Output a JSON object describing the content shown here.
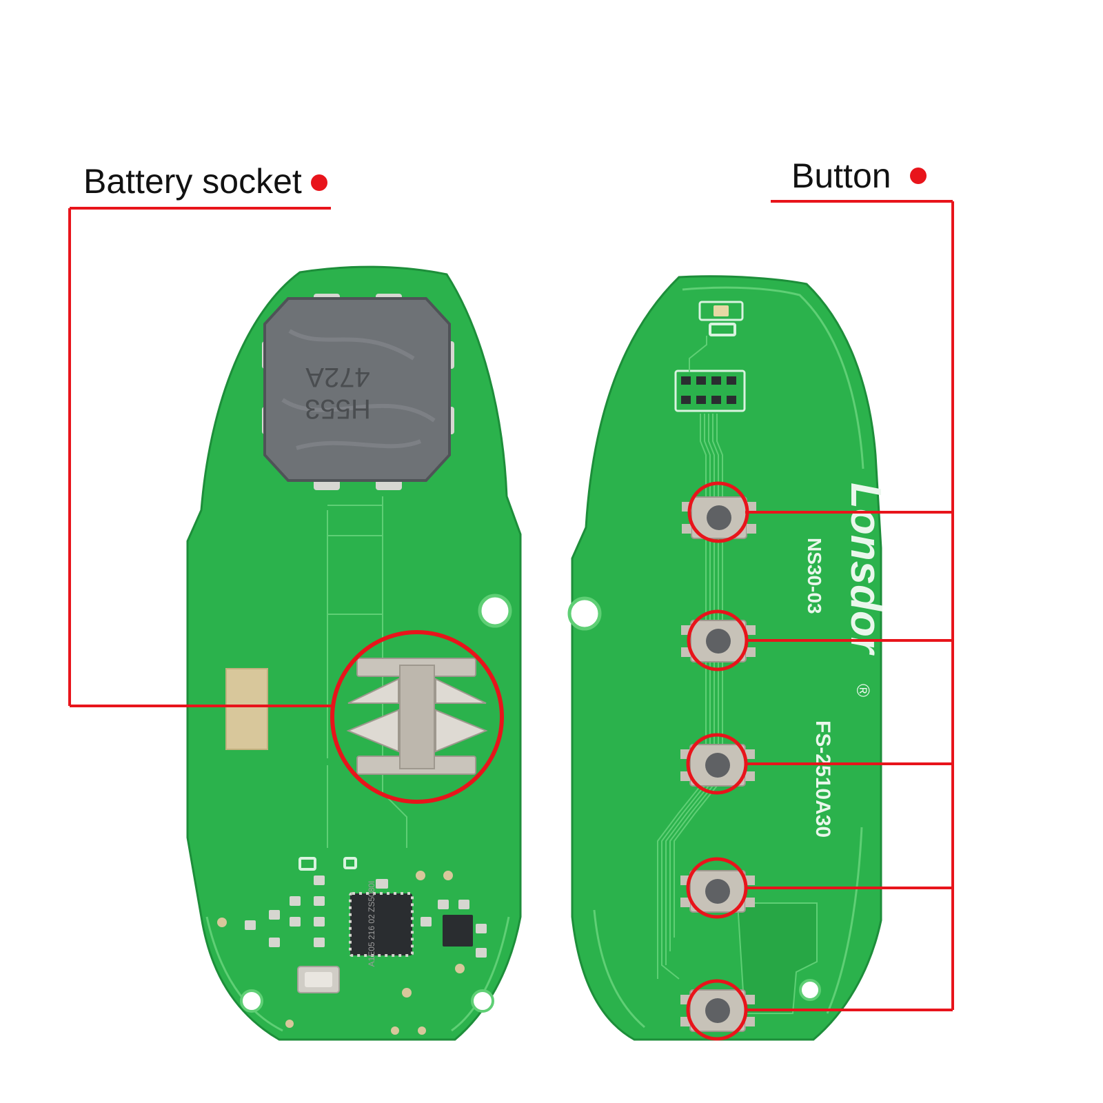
{
  "callouts": {
    "battery_socket": {
      "label": "Battery socket"
    },
    "button": {
      "label": "Button"
    }
  },
  "boards": {
    "left": {
      "inductor_marking_line1": "H553",
      "inductor_marking_line2": "472A",
      "chip_marking": "A1E05\n216 02\nZS5080I"
    },
    "right": {
      "brand_logo_text": "Lonsdor",
      "model_text": "NS30-03",
      "part_number_text": "FS-2510A30",
      "registered_mark": "®",
      "button_count": 5
    }
  },
  "colors": {
    "callout_red": "#e8141b",
    "board_green": "#2bb24c",
    "board_edge": "#1d8e3a",
    "trace": "#5fcf75",
    "inductor_gray": "#6e7276",
    "metal": "#c9c4bb",
    "gold_pad": "#d8c79b",
    "label_text": "#111111"
  }
}
